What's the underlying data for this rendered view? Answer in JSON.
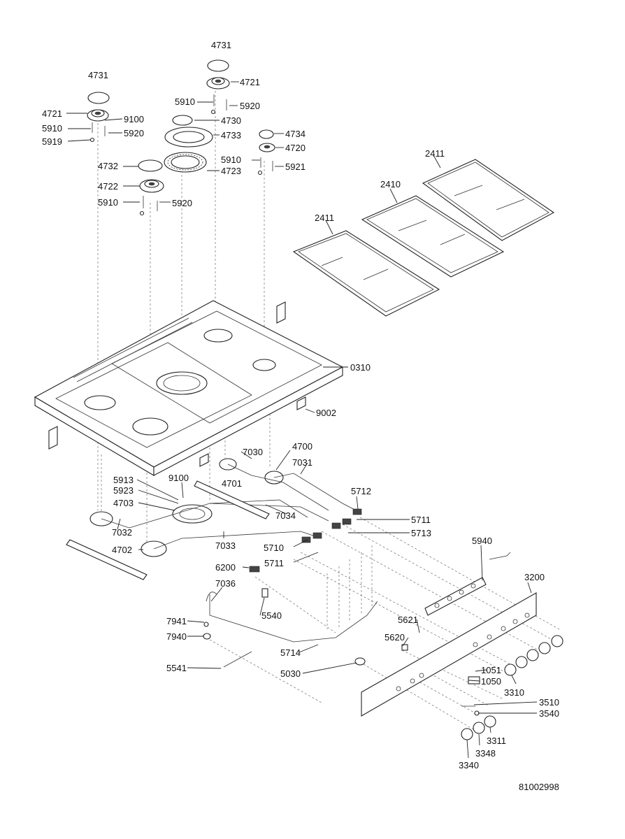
{
  "document_number": "81002998",
  "labels": [
    "4731",
    "4731",
    "4721",
    "4721",
    "9100",
    "5910",
    "5920",
    "5919",
    "5910",
    "5920",
    "4730",
    "4733",
    "4734",
    "4720",
    "4732",
    "4723",
    "5910",
    "5921",
    "4722",
    "5910",
    "5920",
    "2411",
    "2410",
    "2411",
    "0310",
    "9002",
    "4700",
    "7030",
    "7031",
    "4701",
    "5913",
    "9100",
    "5923",
    "4703",
    "7034",
    "5712",
    "5711",
    "5713",
    "7032",
    "7033",
    "5710",
    "5711",
    "4702",
    "5940",
    "6200",
    "3200",
    "7036",
    "5540",
    "5621",
    "7941",
    "7940",
    "5620",
    "5714",
    "1051",
    "1050",
    "5541",
    "5030",
    "3310",
    "3510",
    "3540",
    "3311",
    "3348",
    "3340"
  ]
}
